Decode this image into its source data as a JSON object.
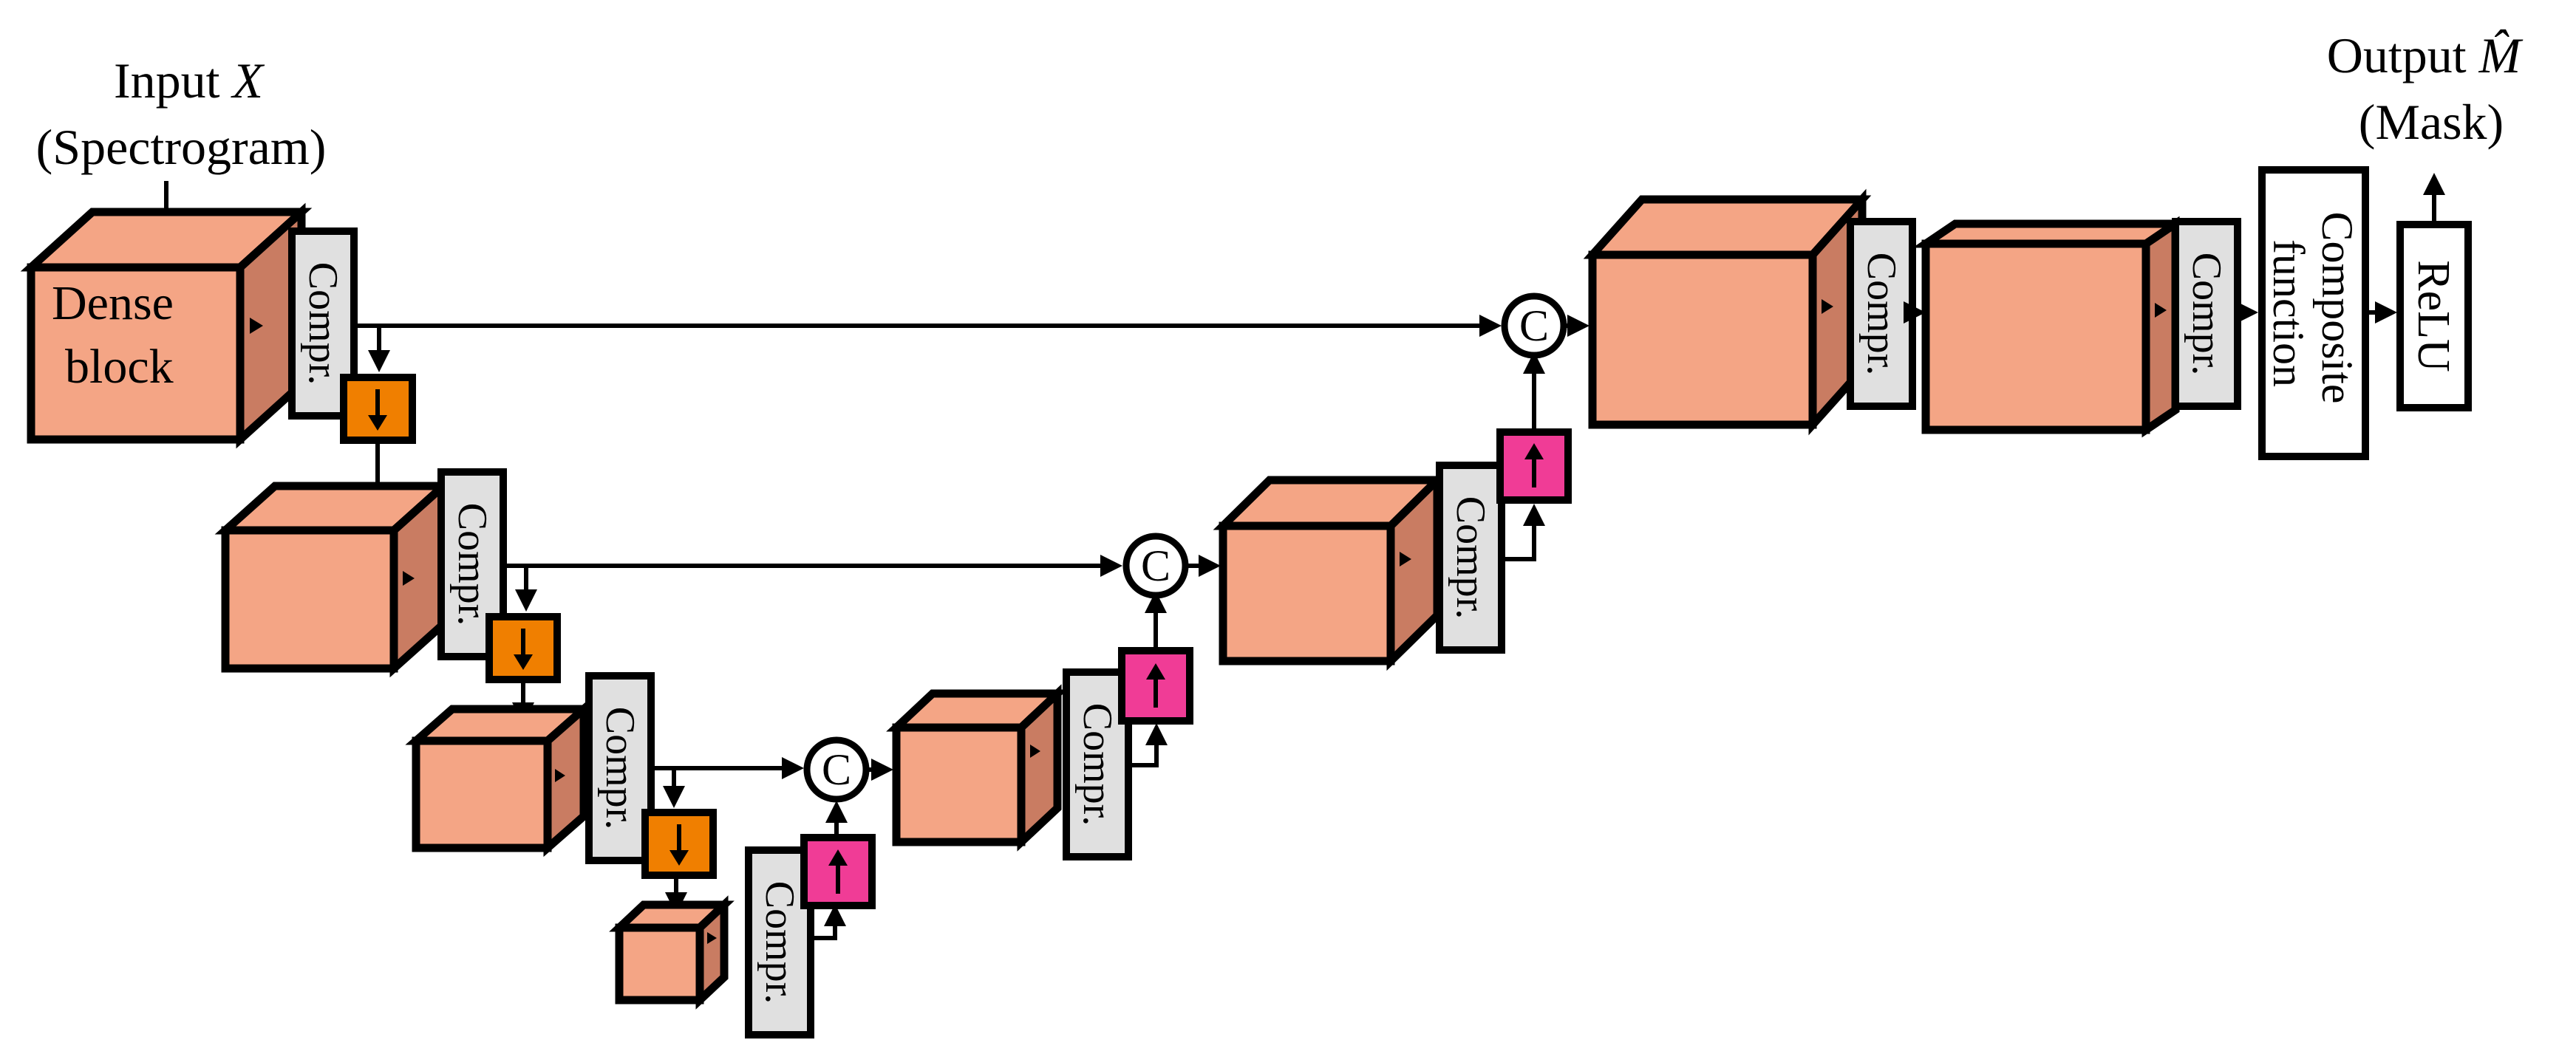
{
  "input": {
    "line1_prefix": "Input ",
    "line1_var": "X",
    "line2": "(Spectrogram)"
  },
  "output": {
    "line1_prefix": "Output ",
    "line1_var": "M̂",
    "line2": "(Mask)"
  },
  "dense_block_label": {
    "line1": "Dense",
    "line2": "block"
  },
  "compr_label": "Compr.",
  "concat_symbol": "C",
  "composite_label": {
    "line1": "Composite",
    "line2": "function"
  },
  "relu_label": "ReLU",
  "colors": {
    "dense_block_face": "#F4A585",
    "dense_block_side": "#C97C62",
    "compression_box": "#E0E0E0",
    "downsample_box": "#F07F00",
    "upsample_box": "#F03C96",
    "stroke": "#000000"
  },
  "icons": {
    "downsample": "down-arrow-icon",
    "upsample": "up-arrow-icon",
    "concatenate": "circled-c-icon"
  }
}
